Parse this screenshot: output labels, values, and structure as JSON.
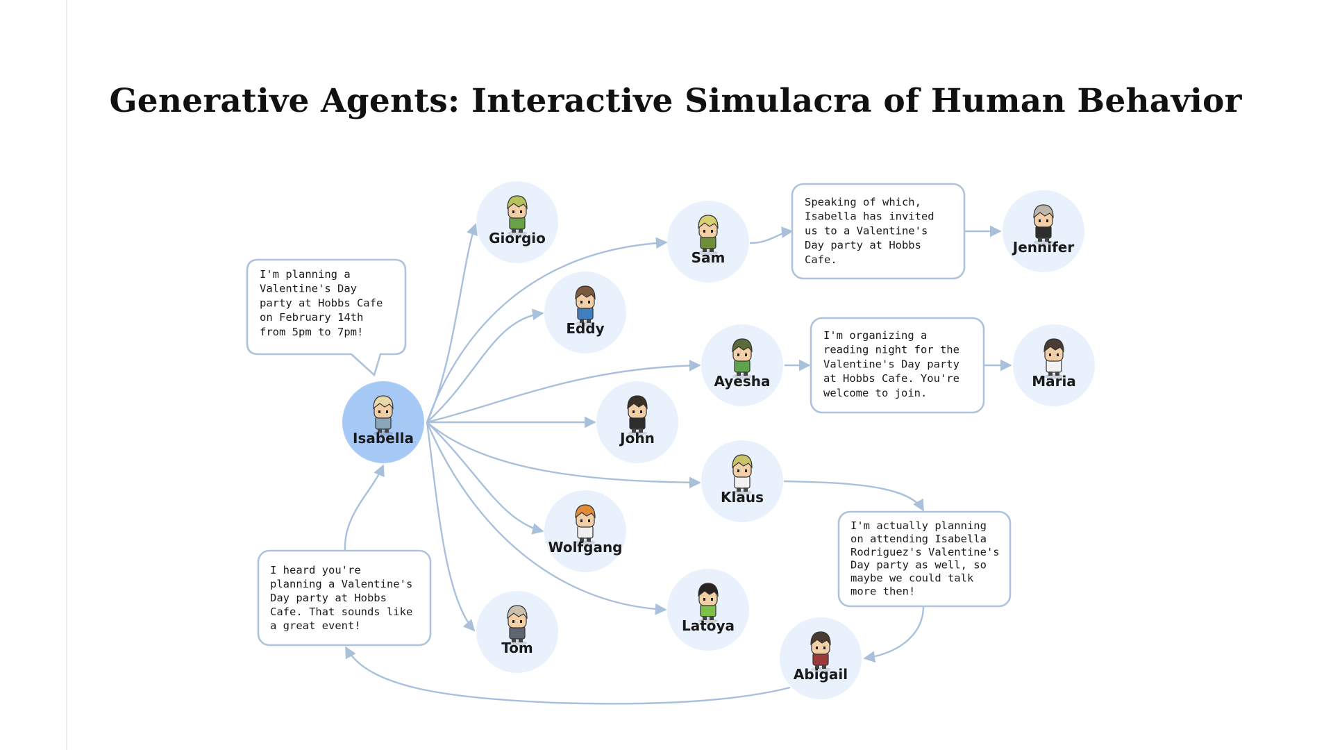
{
  "title": "Generative Agents: Interactive Simulacra of Human Behavior",
  "colors": {
    "edge": "#a9c0db",
    "node_bg": "#e9f1fc",
    "node_highlight": "#a7c9f6",
    "bubble_border": "#aec3da"
  },
  "agents": [
    {
      "id": "isabella",
      "name": "Isabella",
      "highlight": true,
      "hair": "#e8d9a8",
      "shirt": "#8aa4b8"
    },
    {
      "id": "giorgio",
      "name": "Giorgio",
      "hair": "#b7c25a",
      "shirt": "#6aa24a"
    },
    {
      "id": "sam",
      "name": "Sam",
      "hair": "#d8d070",
      "shirt": "#6f8e3a"
    },
    {
      "id": "eddy",
      "name": "Eddy",
      "hair": "#7d5a3e",
      "shirt": "#3f7fbf"
    },
    {
      "id": "ayesha",
      "name": "Ayesha",
      "hair": "#5a6a3a",
      "shirt": "#5fa34a"
    },
    {
      "id": "john",
      "name": "John",
      "hair": "#3a3028",
      "shirt": "#2d2d2d"
    },
    {
      "id": "klaus",
      "name": "Klaus",
      "hair": "#c9c46a",
      "shirt": "#f2f2f2"
    },
    {
      "id": "wolfgang",
      "name": "Wolfgang",
      "hair": "#e08a3a",
      "shirt": "#f0f0f0"
    },
    {
      "id": "latoya",
      "name": "Latoya",
      "hair": "#2a2420",
      "shirt": "#7cc04a"
    },
    {
      "id": "tom",
      "name": "Tom",
      "hair": "#c9c0ae",
      "shirt": "#5e6670"
    },
    {
      "id": "jennifer",
      "name": "Jennifer",
      "hair": "#bdb6aa",
      "shirt": "#2d2d2d"
    },
    {
      "id": "maria",
      "name": "Maria",
      "hair": "#4a3c34",
      "shirt": "#f2f2f2"
    },
    {
      "id": "abigail",
      "name": "Abigail",
      "hair": "#4a3a30",
      "shirt": "#9a3a3a"
    }
  ],
  "bubbles": [
    {
      "id": "isabella-plan",
      "lines": [
        "I'm planning a",
        "Valentine's Day",
        "party at Hobbs Cafe",
        "on February 14th",
        "from 5pm to 7pm!"
      ]
    },
    {
      "id": "sam-says",
      "lines": [
        "Speaking of which,",
        "Isabella has invited",
        "us to a Valentine's",
        "Day party at Hobbs",
        "Cafe."
      ]
    },
    {
      "id": "ayesha-says",
      "lines": [
        "I'm organizing a",
        "reading night for the",
        "Valentine's Day party",
        "at Hobbs Cafe. You're",
        "welcome to join."
      ]
    },
    {
      "id": "klaus-says",
      "lines": [
        "I'm actually planning",
        "on attending Isabella",
        "Rodriguez's Valentine's",
        "Day party as well, so",
        "maybe we could talk",
        "more then!"
      ]
    },
    {
      "id": "abigail-says",
      "lines": [
        "I heard you're",
        "planning a Valentine's",
        "Day party at Hobbs",
        "Cafe. That sounds like",
        "a great event!"
      ]
    }
  ]
}
